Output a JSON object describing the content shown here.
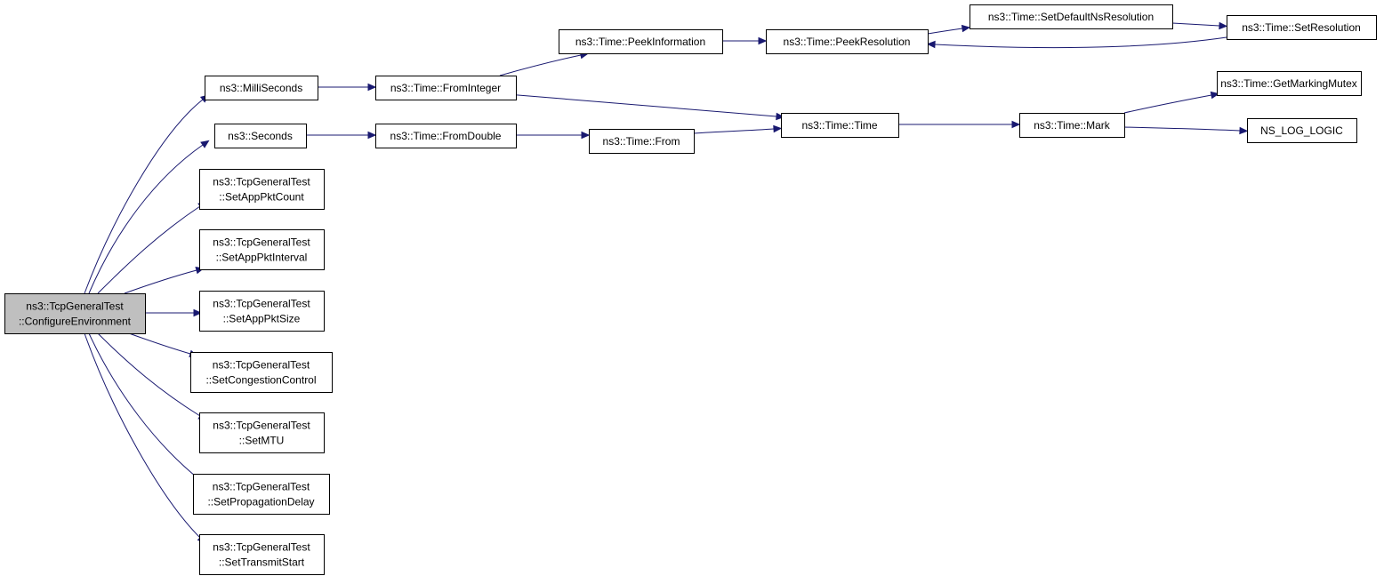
{
  "nodes": [
    {
      "id": "root",
      "lines": [
        "ns3::TcpGeneralTest",
        "::ConfigureEnvironment"
      ],
      "root": true
    },
    {
      "id": "milli",
      "lines": [
        "ns3::MilliSeconds"
      ]
    },
    {
      "id": "seconds",
      "lines": [
        "ns3::Seconds"
      ]
    },
    {
      "id": "pktcount",
      "lines": [
        "ns3::TcpGeneralTest",
        "::SetAppPktCount"
      ]
    },
    {
      "id": "pktint",
      "lines": [
        "ns3::TcpGeneralTest",
        "::SetAppPktInterval"
      ]
    },
    {
      "id": "pktsize",
      "lines": [
        "ns3::TcpGeneralTest",
        "::SetAppPktSize"
      ]
    },
    {
      "id": "congest",
      "lines": [
        "ns3::TcpGeneralTest",
        "::SetCongestionControl"
      ]
    },
    {
      "id": "mtu",
      "lines": [
        "ns3::TcpGeneralTest",
        "::SetMTU"
      ]
    },
    {
      "id": "propdelay",
      "lines": [
        "ns3::TcpGeneralTest",
        "::SetPropagationDelay"
      ]
    },
    {
      "id": "txstart",
      "lines": [
        "ns3::TcpGeneralTest",
        "::SetTransmitStart"
      ]
    },
    {
      "id": "fromint",
      "lines": [
        "ns3::Time::FromInteger"
      ]
    },
    {
      "id": "fromdbl",
      "lines": [
        "ns3::Time::FromDouble"
      ]
    },
    {
      "id": "peekinfo",
      "lines": [
        "ns3::Time::PeekInformation"
      ]
    },
    {
      "id": "from",
      "lines": [
        "ns3::Time::From"
      ]
    },
    {
      "id": "peekres",
      "lines": [
        "ns3::Time::PeekResolution"
      ]
    },
    {
      "id": "time",
      "lines": [
        "ns3::Time::Time"
      ]
    },
    {
      "id": "setdef",
      "lines": [
        "ns3::Time::SetDefaultNsResolution"
      ]
    },
    {
      "id": "setres",
      "lines": [
        "ns3::Time::SetResolution"
      ]
    },
    {
      "id": "mark",
      "lines": [
        "ns3::Time::Mark"
      ]
    },
    {
      "id": "getmutex",
      "lines": [
        "ns3::Time::GetMarkingMutex"
      ]
    },
    {
      "id": "nslog",
      "lines": [
        "NS_LOG_LOGIC"
      ]
    }
  ],
  "edges": [
    {
      "from": "root",
      "to": "milli"
    },
    {
      "from": "root",
      "to": "seconds"
    },
    {
      "from": "root",
      "to": "pktcount"
    },
    {
      "from": "root",
      "to": "pktint"
    },
    {
      "from": "root",
      "to": "pktsize"
    },
    {
      "from": "root",
      "to": "congest"
    },
    {
      "from": "root",
      "to": "mtu"
    },
    {
      "from": "root",
      "to": "propdelay"
    },
    {
      "from": "root",
      "to": "txstart"
    },
    {
      "from": "milli",
      "to": "fromint"
    },
    {
      "from": "seconds",
      "to": "fromdbl"
    },
    {
      "from": "fromint",
      "to": "peekinfo"
    },
    {
      "from": "fromint",
      "to": "time"
    },
    {
      "from": "fromdbl",
      "to": "from"
    },
    {
      "from": "peekinfo",
      "to": "peekres"
    },
    {
      "from": "from",
      "to": "time"
    },
    {
      "from": "peekres",
      "to": "setdef"
    },
    {
      "from": "setdef",
      "to": "setres"
    },
    {
      "from": "setres",
      "to": "peekres"
    },
    {
      "from": "time",
      "to": "mark"
    },
    {
      "from": "mark",
      "to": "getmutex"
    },
    {
      "from": "mark",
      "to": "nslog"
    }
  ]
}
